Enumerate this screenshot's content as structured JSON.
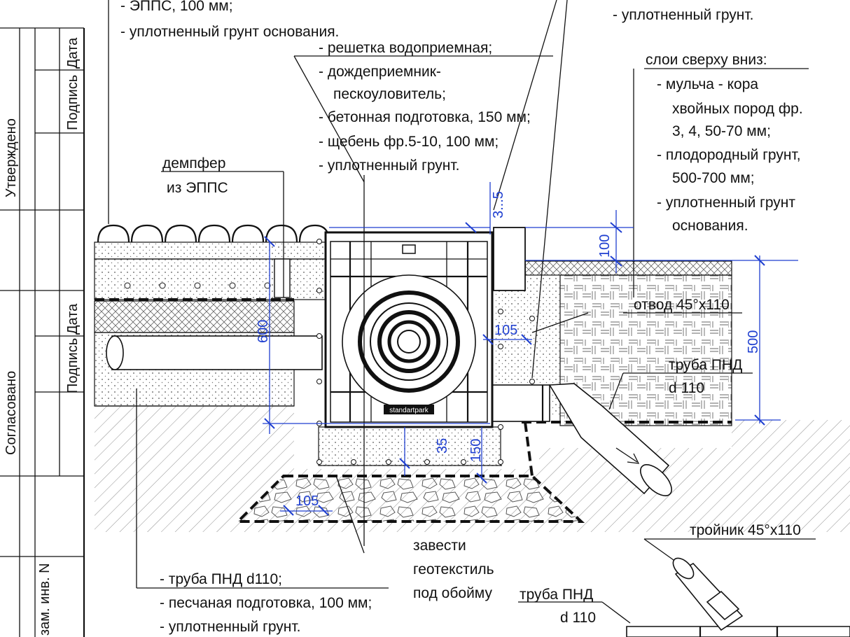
{
  "title_block": {
    "approved": "Утверждено",
    "agreed": "Согласовано",
    "signature_1": "Подпись",
    "date_1": "Дата",
    "signature_2": "Подпись",
    "date_2": "Дата",
    "replace_inv": "зам. инв. N"
  },
  "top_left_layers": [
    "-  ЭППС, 100 мм;",
    "-  уплотненный грунт основания."
  ],
  "top_right_layers": [
    "-  уплотненный грунт."
  ],
  "receiver_layers": [
    "-  решетка водоприемная;",
    "-  дождеприемник-",
    "пескоуловитель;",
    "-  бетонная подготовка, 150 мм;",
    "-  щебень фр.5-10, 100 мм;",
    "-  уплотненный грунт."
  ],
  "damper": [
    "демпфер",
    "из ЭППС"
  ],
  "layers_title": "слои сверху вниз:",
  "right_layers": [
    "-  мульча - кора",
    "хвойных пород фр.",
    "3, 4, 50-70 мм;",
    "-  плодородный грунт,",
    "500-700 мм;",
    "-  уплотненный грунт",
    "основания."
  ],
  "elbow": "отвод 45°х110",
  "pipe_right": [
    "труба ПНД",
    "d 110"
  ],
  "bottom_left_layers": [
    "-  труба ПНД d110;",
    "-  песчаная подготовка, 100 мм;",
    "-  уплотненный грунт."
  ],
  "geotextile": [
    "завести",
    "геотекстиль",
    "под обойму"
  ],
  "pipe_bottom": [
    "труба ПНД",
    "d 110"
  ],
  "tee": "тройник 45°х110",
  "dimensions": {
    "d_3_5": "3...5",
    "d_100": "100",
    "d_600": "600",
    "d_105_right": "105",
    "d_500": "500",
    "d_35": "35",
    "d_150": "150",
    "d_105_bottom": "105"
  },
  "brand": "standartpark"
}
